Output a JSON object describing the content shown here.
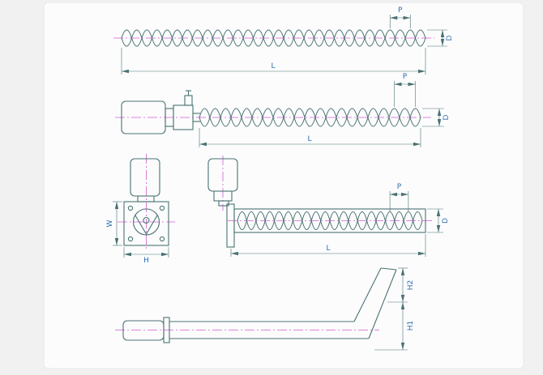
{
  "drawing": {
    "colors": {
      "line": "#4a7272",
      "centerline": "#cf5ecf",
      "dimension_text": "#2b6cb0",
      "panel": "#fcfcfd",
      "background": "#f1f1f2"
    },
    "views": {
      "screw": {
        "label_p": "P",
        "label_d": "D",
        "label_l": "L"
      },
      "motor_screw": {
        "label_p": "P",
        "label_d": "D",
        "label_l": "L"
      },
      "front": {
        "label_w": "W",
        "label_h": "H"
      },
      "side": {
        "label_p": "P",
        "label_d": "D",
        "label_l": "L"
      },
      "inclined": {
        "label_h1": "H1",
        "label_h2": "H2"
      }
    }
  }
}
